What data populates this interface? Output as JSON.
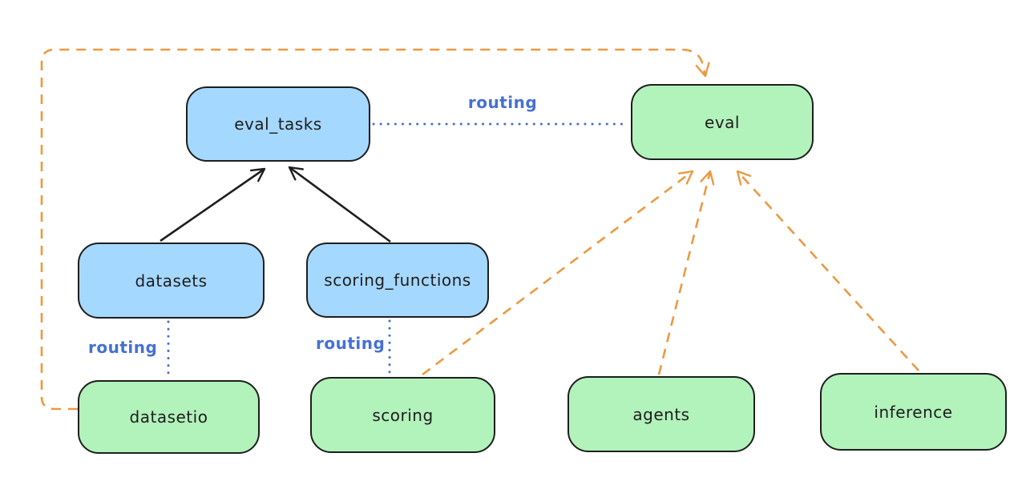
{
  "diagram": {
    "colors": {
      "background": "#ffffff",
      "stroke": "#1e1e1e",
      "blue_fill": "#a5d8ff",
      "green_fill": "#b2f2bb",
      "orange": "#ec9940",
      "blue_line": "#4571d0"
    },
    "nodes": {
      "eval_tasks": {
        "label": "eval_tasks",
        "fill": "blue"
      },
      "eval": {
        "label": "eval",
        "fill": "green"
      },
      "datasets": {
        "label": "datasets",
        "fill": "blue"
      },
      "scoring_functions": {
        "label": "scoring_functions",
        "fill": "blue"
      },
      "datasetio": {
        "label": "datasetio",
        "fill": "green"
      },
      "scoring": {
        "label": "scoring",
        "fill": "green"
      },
      "agents": {
        "label": "agents",
        "fill": "green"
      },
      "inference": {
        "label": "inference",
        "fill": "green"
      }
    },
    "edge_labels": {
      "eval_tasks_to_eval": {
        "text": "routing"
      },
      "datasets_to_datasetio": {
        "text": "routing"
      },
      "scoring_functions_to_scoring": {
        "text": "routing"
      }
    },
    "edges": [
      {
        "from": "datasets",
        "to": "eval_tasks",
        "style": "solid",
        "color": "black",
        "arrow": "end"
      },
      {
        "from": "scoring_functions",
        "to": "eval_tasks",
        "style": "solid",
        "color": "black",
        "arrow": "end"
      },
      {
        "from": "eval_tasks",
        "to": "eval",
        "style": "dotted",
        "color": "blue",
        "arrow": "none",
        "label": "routing"
      },
      {
        "from": "datasets",
        "to": "datasetio",
        "style": "dotted",
        "color": "blue",
        "arrow": "none",
        "label": "routing"
      },
      {
        "from": "scoring_functions",
        "to": "scoring",
        "style": "dotted",
        "color": "blue",
        "arrow": "none",
        "label": "routing"
      },
      {
        "from": "datasetio",
        "to": "eval",
        "style": "dashed",
        "color": "orange",
        "arrow": "end",
        "route": "around-left-top"
      },
      {
        "from": "scoring",
        "to": "eval",
        "style": "dashed",
        "color": "orange",
        "arrow": "end"
      },
      {
        "from": "agents",
        "to": "eval",
        "style": "dashed",
        "color": "orange",
        "arrow": "end"
      },
      {
        "from": "inference",
        "to": "eval",
        "style": "dashed",
        "color": "orange",
        "arrow": "end"
      }
    ]
  }
}
